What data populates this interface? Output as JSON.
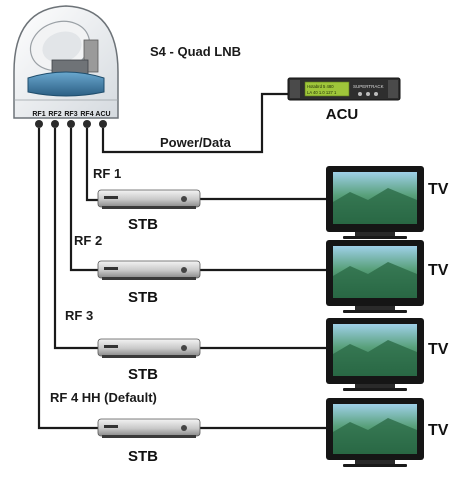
{
  "antenna": {
    "title": "S4 - Quad LNB",
    "ports": [
      "RF1",
      "RF2",
      "RF3",
      "RF4",
      "ACU"
    ]
  },
  "acu": {
    "label": "ACU",
    "brand": "SUPERTRACK",
    "screen_line1": "Hotabrd 5 480",
    "screen_line2": "LA 40 1.0 127 1"
  },
  "power_link": {
    "label": "Power/Data"
  },
  "branches": [
    {
      "rf_label": "RF 1",
      "stb_label": "STB",
      "tv_label": "TV"
    },
    {
      "rf_label": "RF 2",
      "stb_label": "STB",
      "tv_label": "TV"
    },
    {
      "rf_label": "RF 3",
      "stb_label": "STB",
      "tv_label": "TV"
    },
    {
      "rf_label": "RF 4 HH (Default)",
      "stb_label": "STB",
      "tv_label": "TV"
    }
  ],
  "colors": {
    "wire": "#1a1a1a",
    "dome": "#e9ecef",
    "base": "#3e7ea8",
    "acu_screen": "#9fc63a",
    "tv_screen": "#3c8a5a"
  }
}
